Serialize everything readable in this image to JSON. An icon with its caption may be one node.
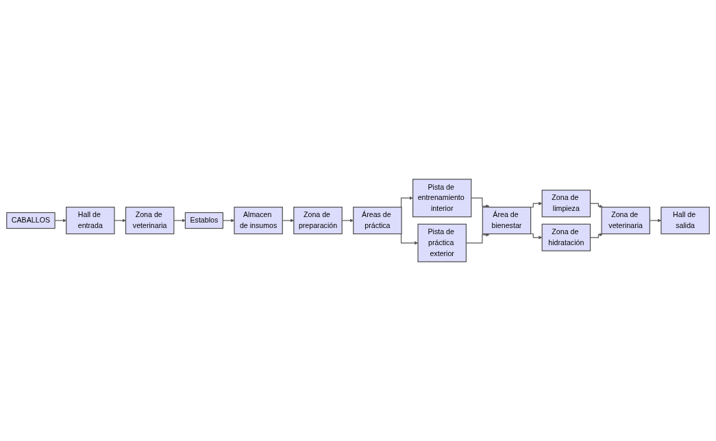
{
  "diagram": {
    "nodes": [
      {
        "text": [
          "CABALLOS"
        ]
      },
      {
        "text": [
          "Hall de entrada"
        ]
      },
      {
        "text": [
          "Zona de veterinaria"
        ]
      },
      {
        "text": [
          "Establos"
        ]
      },
      {
        "text": [
          "Almacen de insumos"
        ]
      },
      {
        "text": [
          "Zona de preparación"
        ]
      },
      {
        "text": [
          "Áreas de práctica"
        ]
      },
      {
        "text": [
          "Pista de entrenamiento interior"
        ]
      },
      {
        "text": [
          "Pista de práctica exterior"
        ]
      },
      {
        "text": [
          "Área de bienestar"
        ]
      },
      {
        "text": [
          "Zona de limpieza"
        ]
      },
      {
        "text": [
          "Zona de hidratación"
        ]
      },
      {
        "text": [
          "Zona de veterinaria"
        ]
      },
      {
        "text": [
          "Hall de salida"
        ]
      }
    ],
    "edges": [
      {
        "from": 0,
        "to": 1,
        "arrow": "to"
      },
      {
        "from": 1,
        "to": 2,
        "arrow": "to"
      },
      {
        "from": 2,
        "to": 3,
        "arrow": "to"
      },
      {
        "from": 3,
        "to": 4,
        "arrow": "to"
      },
      {
        "from": 4,
        "to": 5,
        "arrow": "to"
      },
      {
        "from": 5,
        "to": 6,
        "arrow": "to"
      },
      {
        "from": 6,
        "to": 7,
        "arrow": "to"
      },
      {
        "from": 6,
        "to": 8,
        "arrow": "to"
      },
      {
        "from": 7,
        "to": 9,
        "arrow": "to"
      },
      {
        "from": 8,
        "to": 9,
        "arrow": "to"
      },
      {
        "from": 9,
        "to": 10,
        "arrow": "to"
      },
      {
        "from": 9,
        "to": 11,
        "arrow": "to"
      },
      {
        "from": 10,
        "to": 12,
        "arrow": "to"
      },
      {
        "from": 11,
        "to": 12,
        "arrow": "to"
      },
      {
        "from": 12,
        "to": 13,
        "arrow": "to"
      }
    ]
  }
}
